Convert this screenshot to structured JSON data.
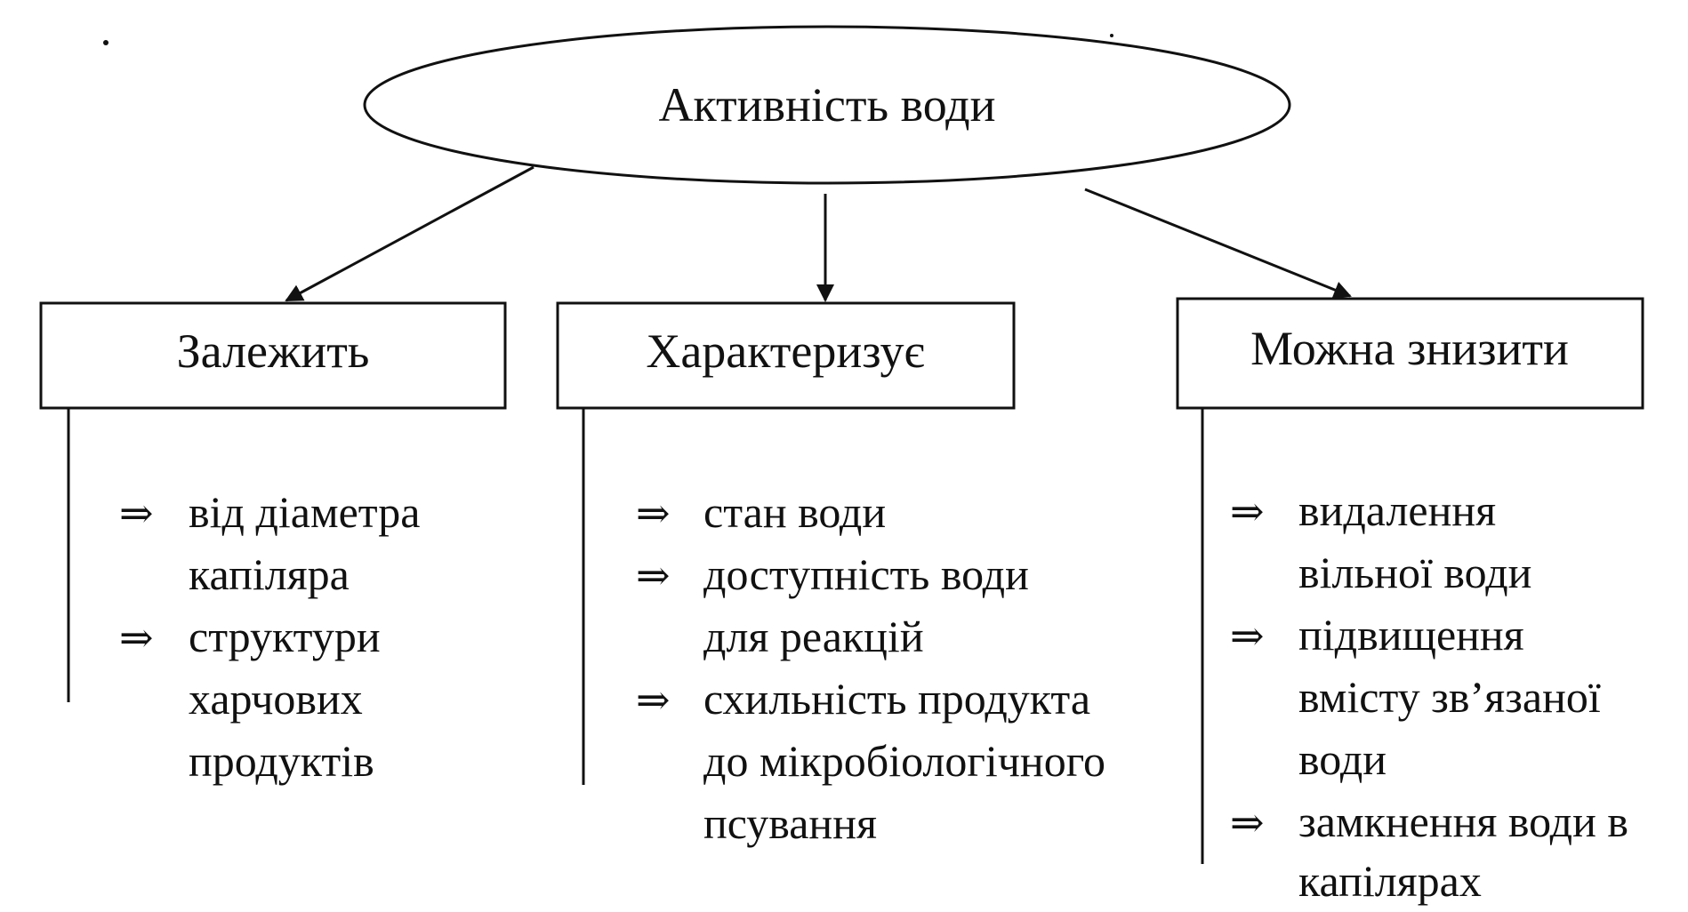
{
  "root": {
    "label": "Активність води"
  },
  "bullet_symbol": "⇒",
  "branches": [
    {
      "label": "Залежить",
      "items": [
        {
          "lines": [
            "від діаметра",
            "капіляра"
          ]
        },
        {
          "lines": [
            "структури",
            "харчових",
            "продуктів"
          ]
        }
      ]
    },
    {
      "label": "Характеризує",
      "items": [
        {
          "lines": [
            "стан води"
          ]
        },
        {
          "lines": [
            "доступність води",
            "для реакцій"
          ]
        },
        {
          "lines": [
            "схильність продукта",
            "до мікробіологічного",
            "псування"
          ]
        }
      ]
    },
    {
      "label": "Можна знизити",
      "items": [
        {
          "lines": [
            "видалення",
            "вільної води"
          ]
        },
        {
          "lines": [
            "підвищення",
            "вмісту зв’язаної",
            "води"
          ]
        },
        {
          "lines": [
            "замкнення води в",
            "капілярах"
          ]
        }
      ]
    }
  ]
}
